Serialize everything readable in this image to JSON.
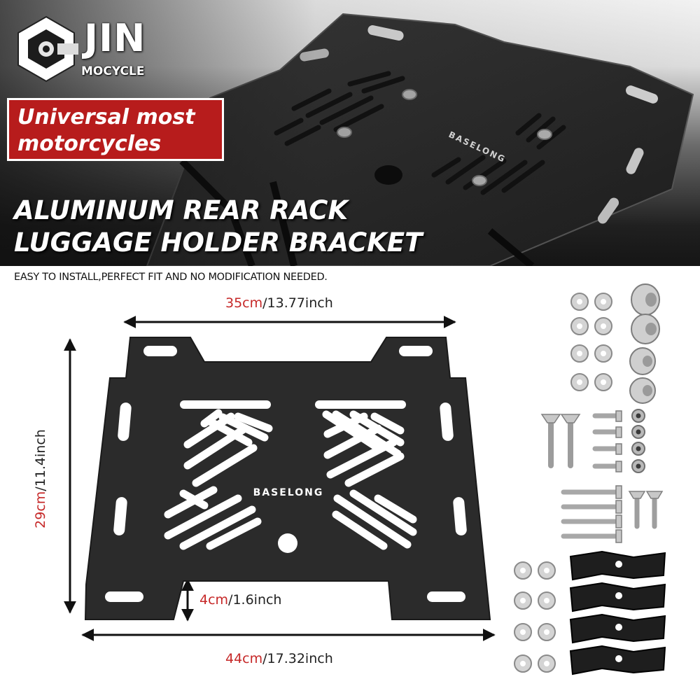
{
  "brand": {
    "name": "JIN",
    "subname": "MOCYCLE"
  },
  "badge": {
    "line1": "Universal most",
    "line2": "motorcycles"
  },
  "headline": {
    "line1": "ALUMINUM REAR RACK",
    "line2": "LUGGAGE HOLDER BRACKET"
  },
  "subline": "EASY TO INSTALL,PERFECT FIT AND NO MODIFICATION NEEDED.",
  "plate_logo": "BASELONG",
  "hero_plate_logo": "BASELONG",
  "dimensions": {
    "top_width": {
      "metric": "35cm",
      "imperial": "/13.77inch"
    },
    "height": {
      "metric": "29cm",
      "imperial": "/11.4inch"
    },
    "notch": {
      "metric": "4cm",
      "imperial": "/1.6inch"
    },
    "bottom_width": {
      "metric": "44cm",
      "imperial": "/17.32inch"
    }
  },
  "colors": {
    "badge_red": "#b71c1c",
    "metric_red": "#c62828",
    "plate": "#2b2b2b"
  }
}
